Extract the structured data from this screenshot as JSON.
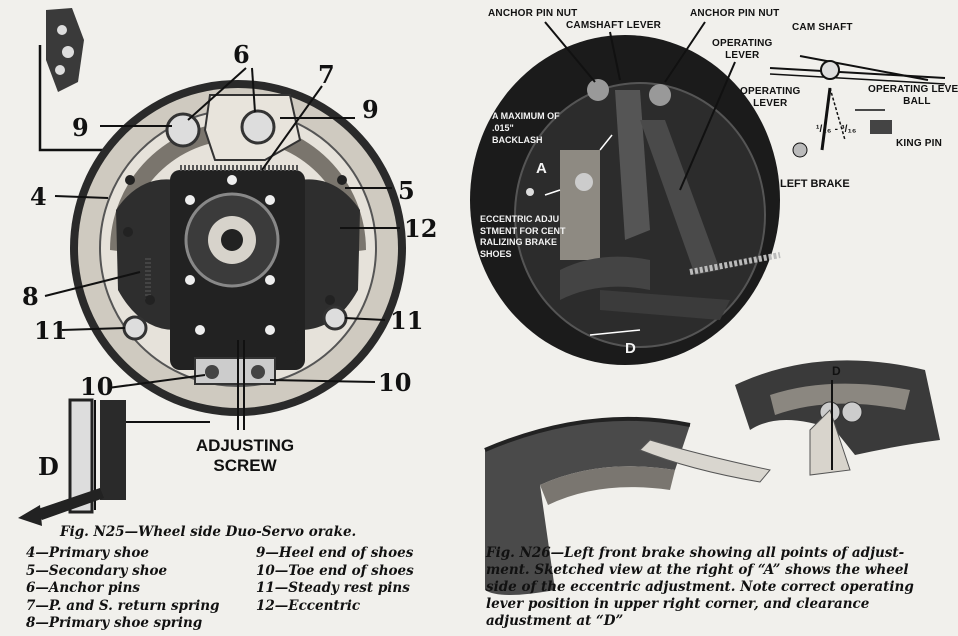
{
  "left_figure": {
    "callouts": {
      "n6": "6",
      "n7": "7",
      "n9_left": "9",
      "n9_right": "9",
      "n4": "4",
      "n5": "5",
      "n12": "12",
      "n8": "8",
      "n11_left": "11",
      "n11_right": "11",
      "n10_left": "10",
      "n10_right": "10",
      "d": "D"
    },
    "adjusting_screw_line1": "ADJUSTING",
    "adjusting_screw_line2": "SCREW",
    "caption": "Fig. N25—Wheel side Duo-Servo orake.",
    "legend_left": [
      "4—Primary shoe",
      "5—Secondary shoe",
      "6—Anchor pins",
      "7—P. and S. return spring",
      "8—Primary shoe spring"
    ],
    "legend_right": [
      "9—Heel end of shoes",
      "10—Toe end of shoes",
      "11—Steady rest pins",
      "12—Eccentric"
    ]
  },
  "right_figure": {
    "labels": {
      "anchor_pin_nut_left": "ANCHOR PIN NUT",
      "camshaft_lever": "CAMSHAFT LEVER",
      "anchor_pin_nut_right": "ANCHOR PIN NUT",
      "cam_shaft": "CAM SHAFT",
      "operating_lever_top": "OPERATING\nLEVER",
      "operating_lever_mid": "OPERATING\nLEVER",
      "operating_lever_ball": "OPERATING LEVER\nBALL",
      "king_pin": "KING PIN",
      "left_brake": "LEFT BRAKE",
      "clearance_values": "¹/₁₆ - ³/₁₆",
      "backlash": "A MAXIMUM OF\n.015\"\nBACKLASH",
      "a_marker": "A",
      "eccentric": "ECCENTRIC ADJU\nSTMENT FOR CENT\nRALIZING BRAKE\nSHOES",
      "d_marker": "D",
      "d_marker_inset": "D"
    },
    "caption": "Fig. N26—Left front brake showing all points of adjust-\nment. Sketched view at the right of “A” shows the wheel\nside of the eccentric adjustment. Note correct operating\nlever position in upper right corner, and clearance\nadjustment at “D”"
  }
}
